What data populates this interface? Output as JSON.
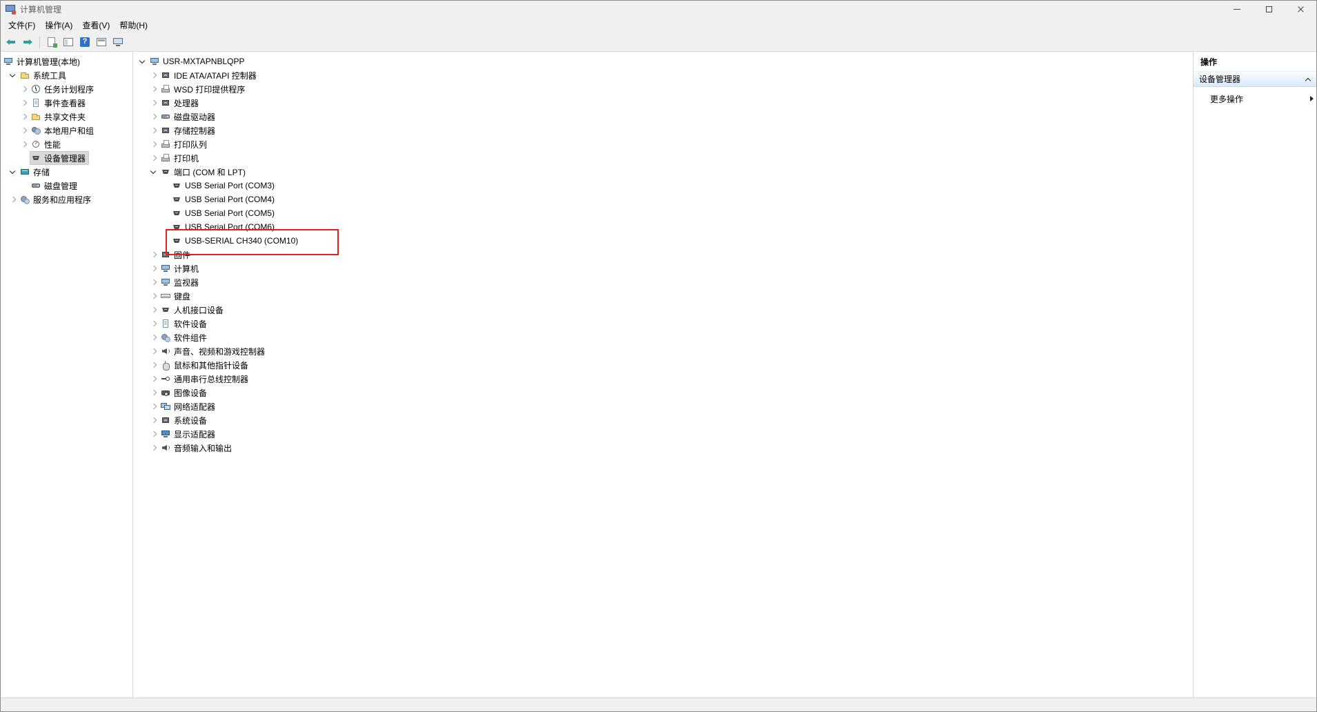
{
  "window": {
    "title": "计算机管理"
  },
  "menu": {
    "items": [
      {
        "label": "文件(F)"
      },
      {
        "label": "操作(A)"
      },
      {
        "label": "查看(V)"
      },
      {
        "label": "帮助(H)"
      }
    ]
  },
  "toolbar": {
    "icons": [
      {
        "name": "back-arrow"
      },
      {
        "name": "forward-arrow"
      },
      {
        "name": "export-list"
      },
      {
        "name": "console-tree-toggle"
      },
      {
        "name": "help"
      },
      {
        "name": "properties"
      },
      {
        "name": "action-pane-toggle"
      }
    ]
  },
  "console_tree": {
    "items": [
      {
        "label": "计算机管理(本地)",
        "icon": "computer",
        "depth": 0,
        "expander": "none",
        "selected": false
      },
      {
        "label": "系统工具",
        "icon": "system-tools-folder",
        "depth": 1,
        "expander": "expanded",
        "selected": false
      },
      {
        "label": "任务计划程序",
        "icon": "task-scheduler",
        "depth": 2,
        "expander": "collapsed",
        "selected": false
      },
      {
        "label": "事件查看器",
        "icon": "event-viewer",
        "depth": 2,
        "expander": "collapsed",
        "selected": false
      },
      {
        "label": "共享文件夹",
        "icon": "shared-folder",
        "depth": 2,
        "expander": "collapsed",
        "selected": false
      },
      {
        "label": "本地用户和组",
        "icon": "local-users",
        "depth": 2,
        "expander": "collapsed",
        "selected": false
      },
      {
        "label": "性能",
        "icon": "performance",
        "depth": 2,
        "expander": "collapsed",
        "selected": false
      },
      {
        "label": "设备管理器",
        "icon": "device-manager",
        "depth": 2,
        "expander": "none",
        "selected": true
      },
      {
        "label": "存储",
        "icon": "storage",
        "depth": 1,
        "expander": "expanded",
        "selected": false
      },
      {
        "label": "磁盘管理",
        "icon": "disk-management",
        "depth": 2,
        "expander": "none",
        "selected": false
      },
      {
        "label": "服务和应用程序",
        "icon": "services",
        "depth": 1,
        "expander": "collapsed",
        "selected": false
      }
    ]
  },
  "device_tree": {
    "items": [
      {
        "label": "USR-MXTAPNBLQPP",
        "icon": "computer",
        "depth": 0,
        "expander": "expanded",
        "annotated": false
      },
      {
        "label": "IDE ATA/ATAPI 控制器",
        "icon": "controller",
        "depth": 1,
        "expander": "collapsed",
        "annotated": false
      },
      {
        "label": "WSD 打印提供程序",
        "icon": "printer-provider",
        "depth": 1,
        "expander": "collapsed",
        "annotated": false
      },
      {
        "label": "处理器",
        "icon": "processor",
        "depth": 1,
        "expander": "collapsed",
        "annotated": false
      },
      {
        "label": "磁盘驱动器",
        "icon": "disk-drive",
        "depth": 1,
        "expander": "collapsed",
        "annotated": false
      },
      {
        "label": "存储控制器",
        "icon": "storage-controller",
        "depth": 1,
        "expander": "collapsed",
        "annotated": false
      },
      {
        "label": "打印队列",
        "icon": "print-queue",
        "depth": 1,
        "expander": "collapsed",
        "annotated": false
      },
      {
        "label": "打印机",
        "icon": "printer",
        "depth": 1,
        "expander": "collapsed",
        "annotated": false
      },
      {
        "label": "端口 (COM 和 LPT)",
        "icon": "port",
        "depth": 1,
        "expander": "expanded",
        "annotated": false
      },
      {
        "label": "USB Serial Port (COM3)",
        "icon": "serial-port",
        "depth": 2,
        "expander": "none",
        "annotated": false
      },
      {
        "label": "USB Serial Port (COM4)",
        "icon": "serial-port",
        "depth": 2,
        "expander": "none",
        "annotated": false
      },
      {
        "label": "USB Serial Port (COM5)",
        "icon": "serial-port",
        "depth": 2,
        "expander": "none",
        "annotated": false
      },
      {
        "label": "USB Serial Port (COM6)",
        "icon": "serial-port",
        "depth": 2,
        "expander": "none",
        "annotated": false
      },
      {
        "label": "USB-SERIAL CH340 (COM10)",
        "icon": "serial-port",
        "depth": 2,
        "expander": "none",
        "annotated": true
      },
      {
        "label": "固件",
        "icon": "firmware",
        "depth": 1,
        "expander": "collapsed",
        "annotated": false
      },
      {
        "label": "计算机",
        "icon": "computer",
        "depth": 1,
        "expander": "collapsed",
        "annotated": false
      },
      {
        "label": "监视器",
        "icon": "monitor",
        "depth": 1,
        "expander": "collapsed",
        "annotated": false
      },
      {
        "label": "键盘",
        "icon": "keyboard",
        "depth": 1,
        "expander": "collapsed",
        "annotated": false
      },
      {
        "label": "人机接口设备",
        "icon": "hid",
        "depth": 1,
        "expander": "collapsed",
        "annotated": false
      },
      {
        "label": "软件设备",
        "icon": "software-device",
        "depth": 1,
        "expander": "collapsed",
        "annotated": false
      },
      {
        "label": "软件组件",
        "icon": "software-component",
        "depth": 1,
        "expander": "collapsed",
        "annotated": false
      },
      {
        "label": "声音、视频和游戏控制器",
        "icon": "sound-controller",
        "depth": 1,
        "expander": "collapsed",
        "annotated": false
      },
      {
        "label": "鼠标和其他指针设备",
        "icon": "mouse",
        "depth": 1,
        "expander": "collapsed",
        "annotated": false
      },
      {
        "label": "通用串行总线控制器",
        "icon": "usb-controller",
        "depth": 1,
        "expander": "collapsed",
        "annotated": false
      },
      {
        "label": "图像设备",
        "icon": "imaging-device",
        "depth": 1,
        "expander": "collapsed",
        "annotated": false
      },
      {
        "label": "网络适配器",
        "icon": "network-adapter",
        "depth": 1,
        "expander": "collapsed",
        "annotated": false
      },
      {
        "label": "系统设备",
        "icon": "system-device",
        "depth": 1,
        "expander": "collapsed",
        "annotated": false
      },
      {
        "label": "显示适配器",
        "icon": "display-adapter",
        "depth": 1,
        "expander": "collapsed",
        "annotated": false
      },
      {
        "label": "音频输入和输出",
        "icon": "audio-io",
        "depth": 1,
        "expander": "collapsed",
        "annotated": false
      }
    ]
  },
  "actions_pane": {
    "title": "操作",
    "section_title": "设备管理器",
    "more_label": "更多操作"
  },
  "annotation": {
    "target": "USB-SERIAL CH340 (COM10)",
    "color": "#e02020"
  },
  "colors": {
    "selection": "#d9d9d9",
    "action_header_bg": "#d9eafc"
  }
}
